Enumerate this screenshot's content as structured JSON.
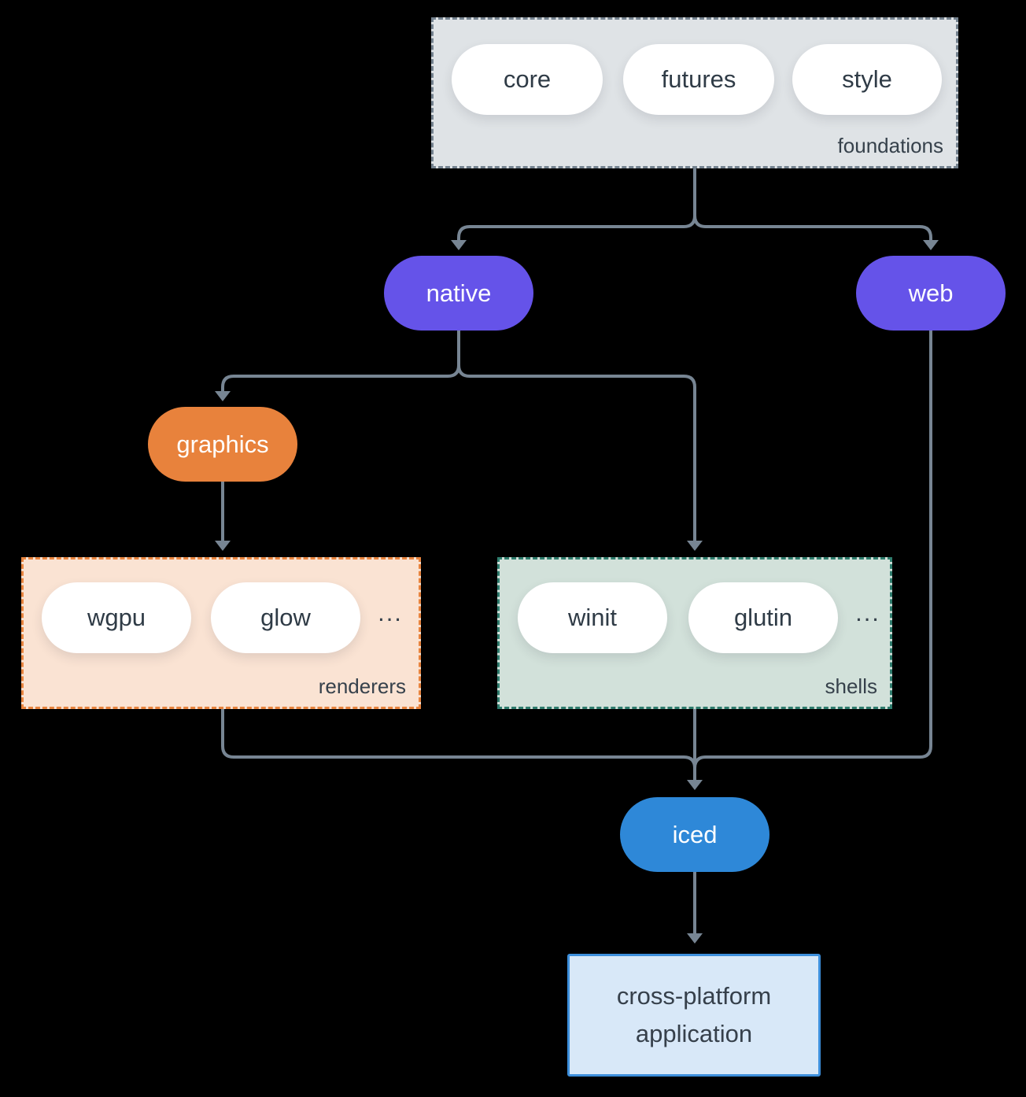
{
  "diagram": {
    "foundations": {
      "label": "foundations",
      "pills": [
        "core",
        "futures",
        "style"
      ]
    },
    "native": {
      "label": "native"
    },
    "web": {
      "label": "web"
    },
    "graphics": {
      "label": "graphics"
    },
    "renderers": {
      "label": "renderers",
      "pills": [
        "wgpu",
        "glow"
      ],
      "ellipsis": "..."
    },
    "shells": {
      "label": "shells",
      "pills": [
        "winit",
        "glutin"
      ],
      "ellipsis": "..."
    },
    "iced": {
      "label": "iced"
    },
    "application": {
      "label": "cross-platform application"
    }
  },
  "colors": {
    "background": "#000000",
    "connector": "#778593",
    "foundations_fill": "#dfe3e6",
    "foundations_border": "#74828f",
    "renderers_fill": "#fae3d3",
    "renderers_border": "#e8843e",
    "shells_fill": "#d2e1da",
    "shells_border": "#2e7c6d",
    "node_purple": "#6553e9",
    "node_orange": "#e8823c",
    "node_blue": "#2e88d8",
    "app_fill": "#d8e8f8",
    "app_border": "#3d8fdc",
    "pill_text_dark": "#2f3b46",
    "pill_text_light": "#ffffff"
  }
}
